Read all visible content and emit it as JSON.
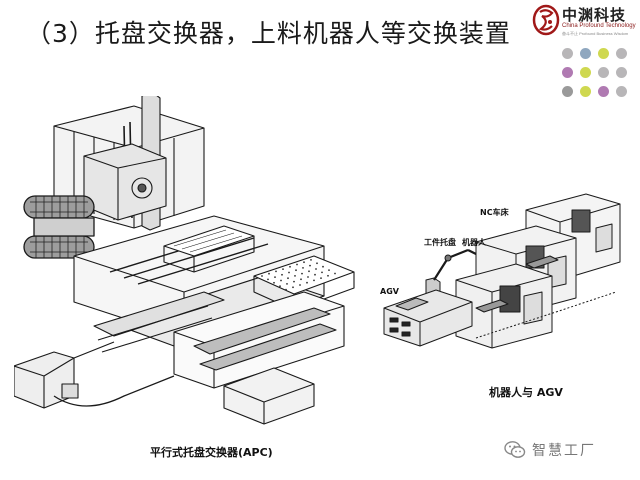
{
  "slide": {
    "title": "（3）托盘交换器，上料机器人等交换装置"
  },
  "logo": {
    "name": "中渊科技",
    "english": "China Profound Technology",
    "sub": "奋斗不止 Profound Business Wisdom"
  },
  "figure_left": {
    "caption": "平行式托盘交换器(APC)"
  },
  "figure_right": {
    "caption": "机器人与 AGV",
    "callouts": {
      "nc_lathe": "NC车床",
      "work_pallet": "工件托盘",
      "robot": "机器人",
      "agv": "AGV"
    }
  },
  "watermark": {
    "text": "智慧工厂",
    "icon": "wechat-icon"
  },
  "colors": {
    "dots": [
      "#b8b6b8",
      "#8fa7bf",
      "#cfd850",
      "#b8b6b8",
      "#b07ab2",
      "#cfd850",
      "#b8b6b8",
      "#b8b6b8",
      "#9a9a9a",
      "#cfd850",
      "#b07ab2",
      "#b8b6b8"
    ]
  }
}
